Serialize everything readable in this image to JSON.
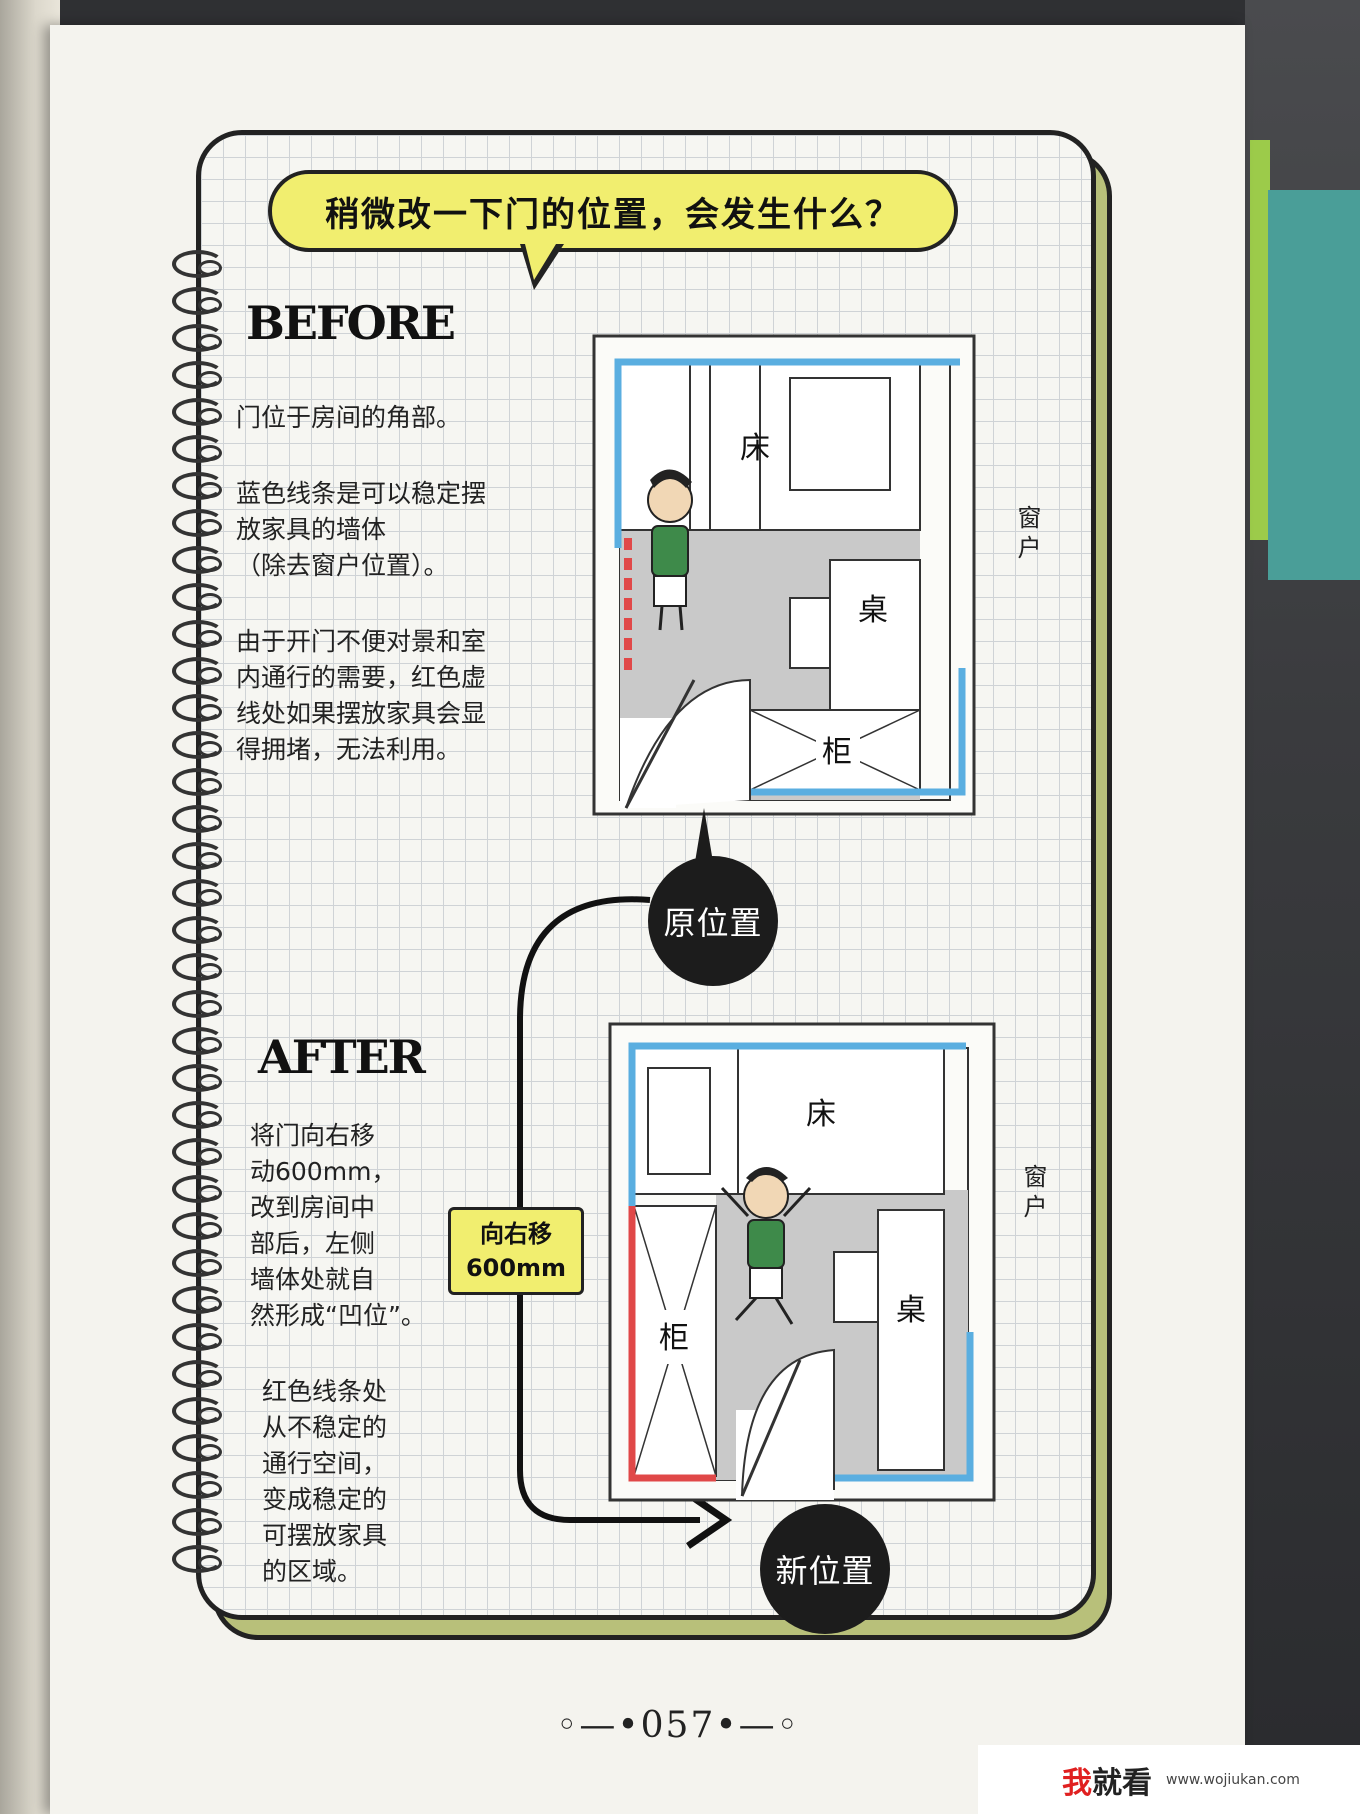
{
  "title": "稍微改一下门的位置，会发生什么？",
  "before": {
    "heading": "BEFORE",
    "paragraphs": [
      [
        "门位于房间的角部。"
      ],
      [
        "蓝色线条是可以稳定摆",
        "放家具的墙体",
        "（除去窗户位置）。"
      ],
      [
        "由于开门不便对景和室",
        "内通行的需要，红色虚",
        "线处如果摆放家具会显",
        "得拥堵，无法利用。"
      ]
    ],
    "labels": {
      "bed": "床",
      "desk": "桌",
      "cabinet": "柜",
      "window": "窗户"
    },
    "callout": "原位置"
  },
  "after": {
    "heading": "AFTER",
    "paragraphs": [
      [
        "将门向右移",
        "动600mm，",
        "改到房间中",
        "部后，左侧",
        "墙体处就自",
        "然形成“凹位”。"
      ],
      [
        "红色线条处",
        "从不稳定的",
        "通行空间，",
        "变成稳定的",
        "可摆放家具",
        "的区域。"
      ]
    ],
    "labels": {
      "bed": "床",
      "desk": "桌",
      "cabinet": "柜",
      "window": "窗户"
    },
    "callout": "新位置",
    "move_tag": [
      "向右移",
      "600mm"
    ]
  },
  "page_number": "◦—•057•—◦",
  "watermark": {
    "brand_red": "我",
    "brand_dark": "就看",
    "url": "www.wojiukan.com"
  },
  "colors": {
    "bubble": "#f1ee6f",
    "blue_wall": "#5aaee0",
    "red_wall": "#e04848",
    "floor_gray": "#c9c9c9",
    "callout": "#1c1c1c"
  }
}
